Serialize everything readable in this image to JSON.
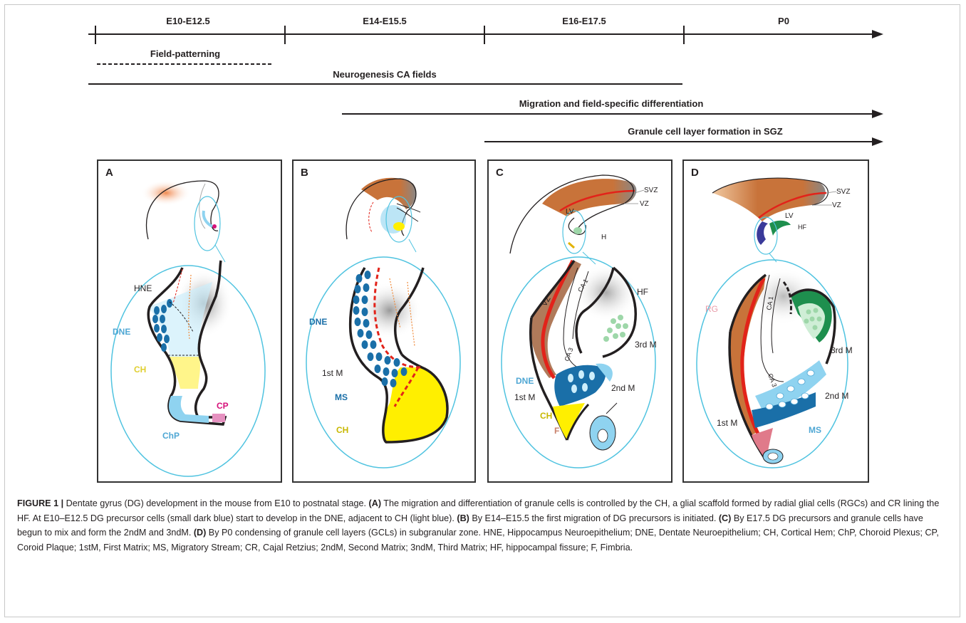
{
  "timeline": {
    "stages": [
      "E10-E12.5",
      "E14-E15.5",
      "E16-E17.5",
      "P0"
    ],
    "bars": {
      "field_patterning": "Field-patterning",
      "neurogenesis": "Neurogenesis CA fields",
      "migration": "Migration and field-specific differentiation",
      "granule": "Granule cell layer formation in SGZ"
    }
  },
  "panels": {
    "a": {
      "letter": "A",
      "labels": {
        "hne": "HNE",
        "dne": "DNE",
        "ch": "CH",
        "cp": "CP",
        "chp": "ChP"
      }
    },
    "b": {
      "letter": "B",
      "labels": {
        "dne": "DNE",
        "first_m": "1st M",
        "ms": "MS",
        "ch": "CH"
      }
    },
    "c": {
      "letter": "C",
      "labels": {
        "svz": "SVZ",
        "lv": "LV",
        "vz_top": "VZ",
        "h": "H",
        "vz": "VZ",
        "ca1": "CA 1",
        "hf": "HF",
        "third_m": "3rd M",
        "ca3": "CA 3",
        "dne": "DNE",
        "second_m": "2nd M",
        "first_m": "1st M",
        "ch": "CH",
        "f": "F"
      }
    },
    "d": {
      "letter": "D",
      "labels": {
        "svz": "SVZ",
        "lv": "LV",
        "vz_top": "VZ",
        "hf": "HF",
        "rg": "RG",
        "ca1": "CA 1",
        "third_m": "3rd M",
        "ca3": "CA 3",
        "second_m": "2nd M",
        "first_m": "1st M",
        "ms": "MS"
      }
    }
  },
  "caption": {
    "figure_label": "FIGURE 1 |",
    "intro": " Dentate gyrus (DG) development in the mouse from E10 to postnatal stage. ",
    "a_label": "(A)",
    "a_text": " The migration and differentiation of granule cells is controlled by the CH, a glial scaffold formed by radial glial cells (RGCs) and CR lining the HF. At E10–E12.5 DG precursor cells (small dark blue) start to develop in the DNE, adjacent to CH (light blue). ",
    "b_label": "(B)",
    "b_text": " By E14–E15.5 the first migration of DG precursors is initiated. ",
    "c_label": "(C)",
    "c_text": " By E17.5 DG precursors and granule cells have begun to mix and form the 2ndM and 3ndM. ",
    "d_label": "(D)",
    "d_text": " By P0 condensing of granule cell layers (GCLs) in subgranular zone. HNE, Hippocampus Neuroepithelium; DNE, Dentate Neuroepithelium; CH, Cortical Hem; ChP, Choroid Plexus; CP, Coroid Plaque; 1stM, First Matrix; MS, Migratory Stream; CR, Cajal Retzius; 2ndM, Second Matrix; 3ndM, Third Matrix; HF, hippocampal fissure; F, Fimbria."
  },
  "colors": {
    "dark_blue": "#1a6fa8",
    "light_blue": "#8fd3f0",
    "yellow": "#ffef00",
    "orange_brown": "#c8733a",
    "red": "#e2231a",
    "green": "#1e8f4e",
    "magenta": "#d6117a",
    "outline_cyan": "#4fc3e0"
  }
}
